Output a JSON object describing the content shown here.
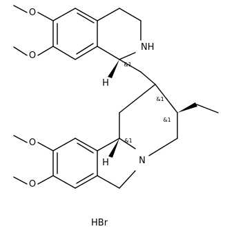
{
  "molecule": {
    "methoxy_label": "O",
    "amine_label": "NH",
    "ring_nitrogen_label": "N",
    "hydrogen_label": "H",
    "stereo_label": "&1",
    "salt_label": "HBr"
  }
}
